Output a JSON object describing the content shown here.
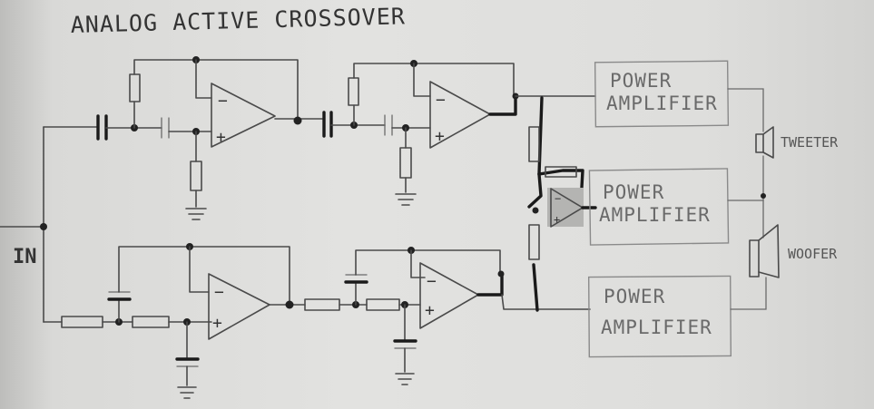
{
  "title": "ANALOG ACTIVE CROSSOVER",
  "input_label": "IN",
  "opamp_minus": "−",
  "opamp_plus": "+",
  "amplifiers": [
    {
      "line1": "POWER",
      "line2": "AMPLIFIER"
    },
    {
      "line1": "POWER",
      "line2": "AMPLIFIER"
    },
    {
      "line1": "POWER",
      "line2": "AMPLIFIER"
    }
  ],
  "speakers": {
    "tweeter": "TWEETER",
    "woofer": "WOOFER"
  }
}
